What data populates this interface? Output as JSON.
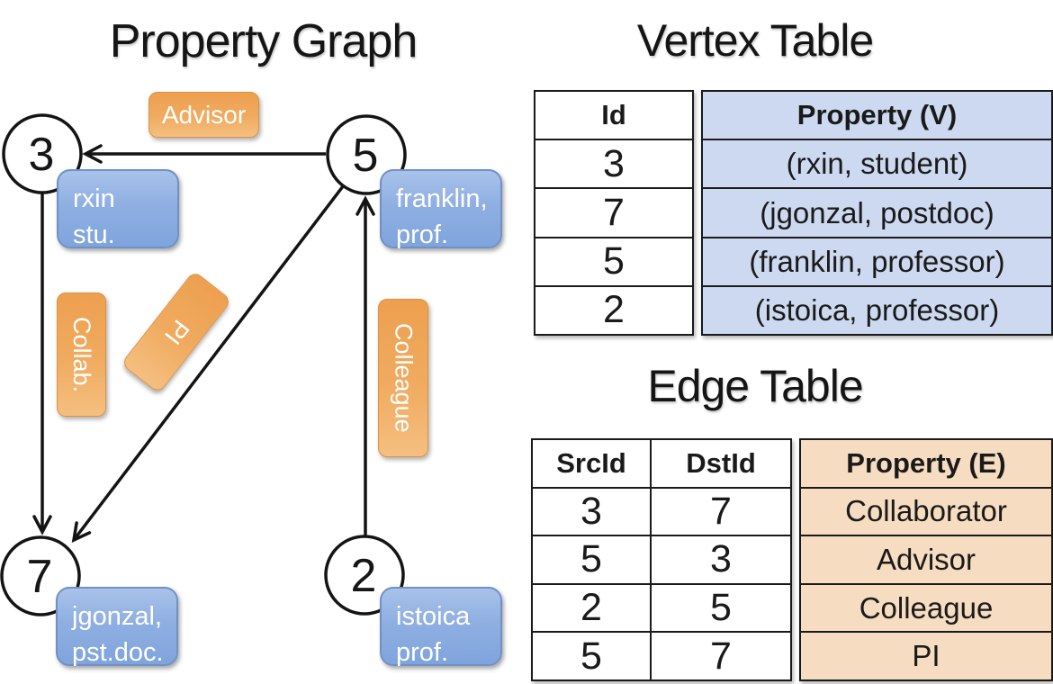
{
  "graph": {
    "title": "Property Graph",
    "vertices": [
      {
        "id": "3",
        "line1": "rxin",
        "line2": "stu."
      },
      {
        "id": "5",
        "line1": "franklin,",
        "line2": "prof."
      },
      {
        "id": "7",
        "line1": "jgonzal,",
        "line2": "pst.doc."
      },
      {
        "id": "2",
        "line1": "istoica",
        "line2": "prof."
      }
    ],
    "edge_labels": {
      "advisor": "Advisor",
      "collab": "Collab.",
      "pi": "PI",
      "colleague": "Colleague"
    }
  },
  "vertex_table": {
    "title": "Vertex Table",
    "columns": {
      "id": "Id",
      "property": "Property (V)"
    },
    "rows": [
      {
        "id": "3",
        "property": "(rxin, student)"
      },
      {
        "id": "7",
        "property": "(jgonzal, postdoc)"
      },
      {
        "id": "5",
        "property": "(franklin, professor)"
      },
      {
        "id": "2",
        "property": "(istoica, professor)"
      }
    ]
  },
  "edge_table": {
    "title": "Edge Table",
    "columns": {
      "src": "SrcId",
      "dst": "DstId",
      "property": "Property (E)"
    },
    "rows": [
      {
        "src": "3",
        "dst": "7",
        "property": "Collaborator"
      },
      {
        "src": "5",
        "dst": "3",
        "property": "Advisor"
      },
      {
        "src": "2",
        "dst": "5",
        "property": "Colleague"
      },
      {
        "src": "5",
        "dst": "7",
        "property": "PI"
      }
    ]
  },
  "colors": {
    "edge_label_fill": "#f0a85c",
    "edge_label_border": "#de9140",
    "vertex_label_fill": "#8fafe2",
    "vertex_label_border": "#7090c8",
    "vertex_property_bg": "#cdd9f0",
    "edge_property_bg": "#f6dcc0",
    "line": "#141414",
    "text_on_boxes": "#ffffff"
  }
}
